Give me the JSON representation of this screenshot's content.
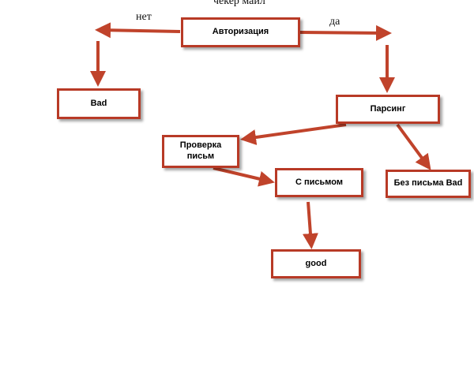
{
  "title": "чекер майл",
  "branch_labels": {
    "no": "нет",
    "yes": "да"
  },
  "nodes": {
    "auth": "Авторизация",
    "bad": "Bad",
    "parsing": "Парсинг",
    "check_mail": "Проверка\nписьм",
    "with_mail": "С письмом",
    "no_mail_bad": "Без письма Bad",
    "good": "good"
  },
  "colors": {
    "arrow": "#c0432b",
    "box_border": "#b83a26"
  }
}
